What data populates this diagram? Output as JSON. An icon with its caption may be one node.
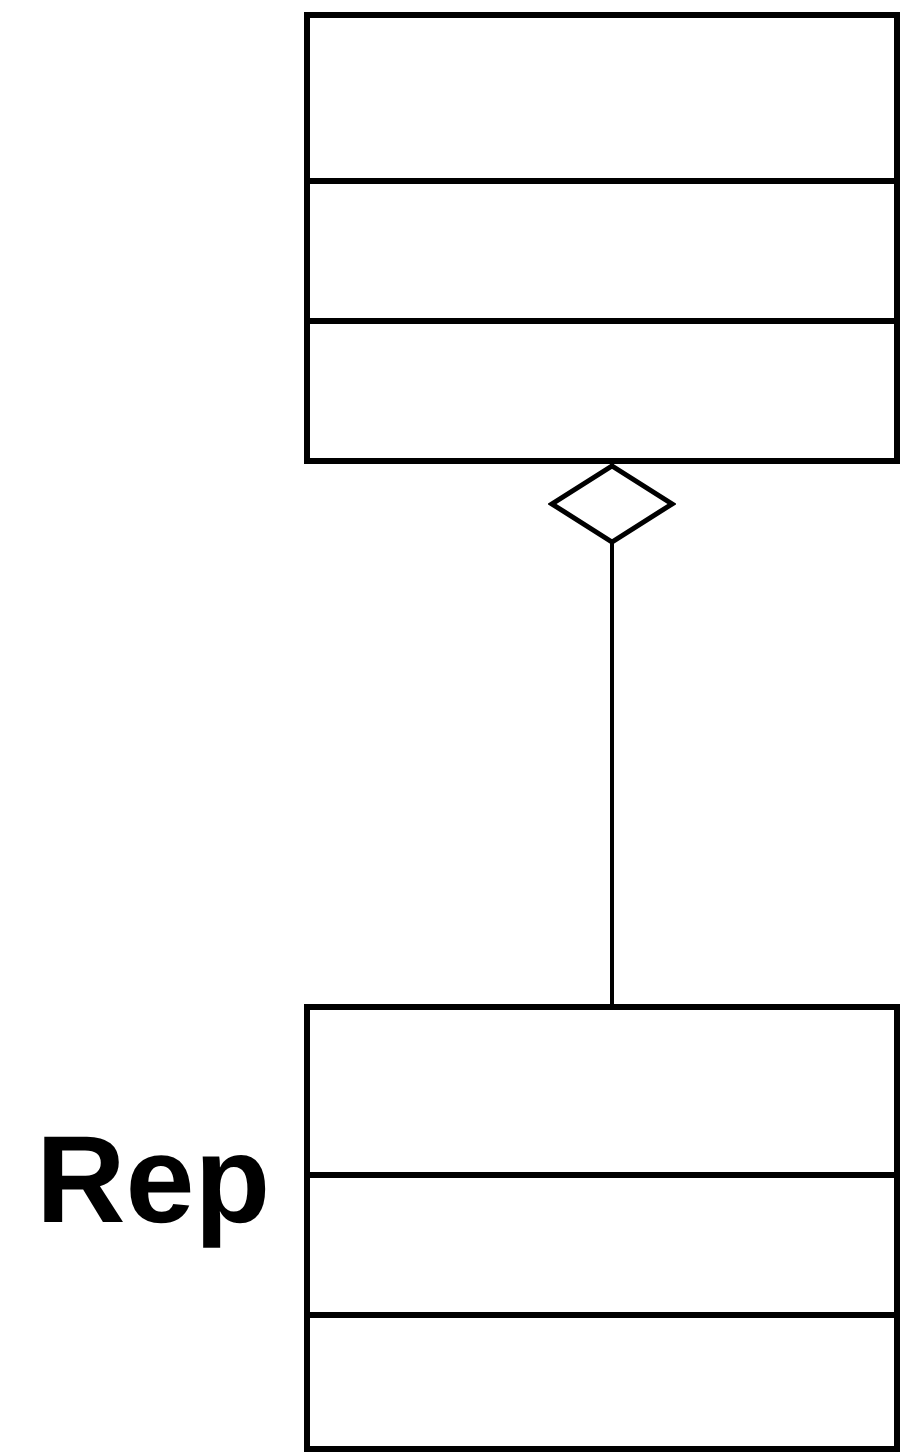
{
  "diagram": {
    "nodes": [
      {
        "text": [],
        "shape": "box"
      },
      {
        "text": [],
        "shape": "box"
      }
    ],
    "edges": [
      {
        "from": 0,
        "to": 1,
        "arrow": "other"
      }
    ],
    "labels": [
      "Rep"
    ]
  }
}
